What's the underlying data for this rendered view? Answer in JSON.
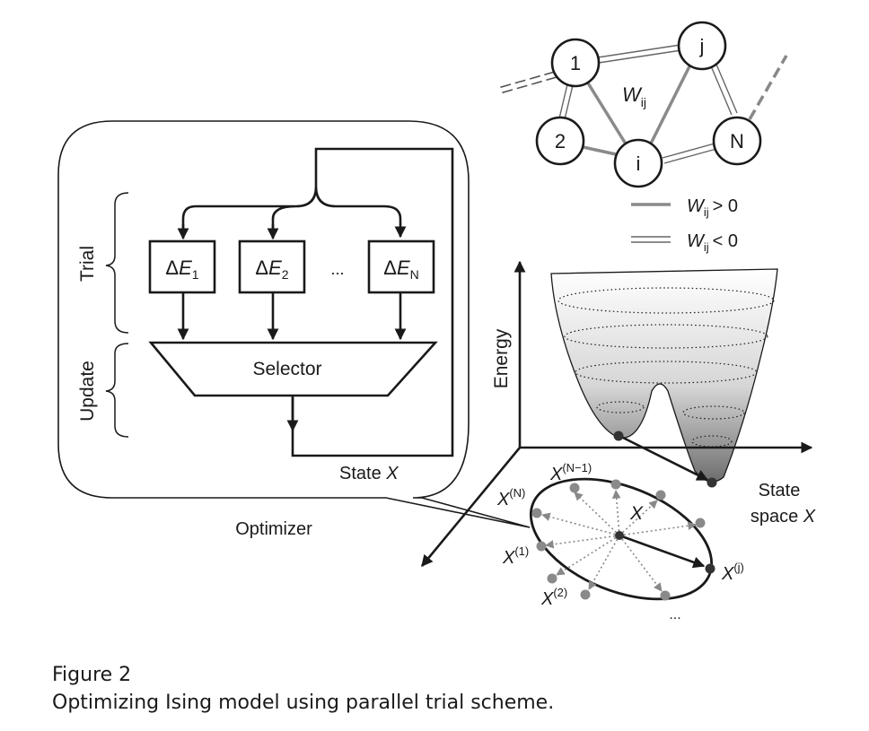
{
  "optimizer": {
    "trial_label": "Trial",
    "update_label": "Update",
    "selector_label": "Selector",
    "state_label": "State ",
    "state_var": "X",
    "optimizer_label": "Optimizer",
    "delta": "Δ",
    "energy_sym": "E",
    "box1_sub": "1",
    "box2_sub": "2",
    "boxN_sub": "N",
    "ellipsis": "..."
  },
  "network": {
    "node_1": "1",
    "node_2": "2",
    "node_i": "i",
    "node_j": "j",
    "node_N": "N",
    "w_sym": "W",
    "w_sub": "ij",
    "legend_pos": "> 0",
    "legend_neg": "< 0"
  },
  "landscape": {
    "energy_axis": "Energy",
    "state_axis_line1": "State",
    "state_axis_line2": "space ",
    "state_axis_var": "X"
  },
  "trial_states": {
    "center": "X",
    "x_sym": "X",
    "sup_n_minus_1": "(N−1)",
    "sup_n": "(N)",
    "sup_1": "(1)",
    "sup_2": "(2)",
    "sup_j": "(j)",
    "ellipsis": "..."
  },
  "caption": {
    "line1": "Figure 2",
    "line2": "Optimizing Ising model using parallel trial scheme."
  }
}
